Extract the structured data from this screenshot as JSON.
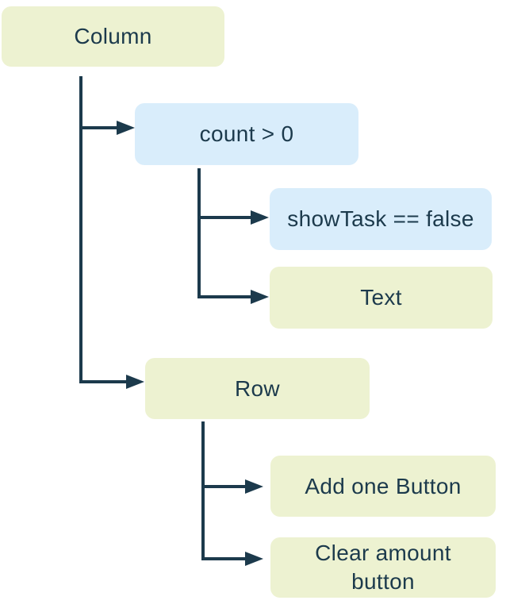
{
  "diagram": {
    "colors": {
      "layout_node_fill": "#EDF2D1",
      "condition_node_fill": "#D9EDFB",
      "connector": "#1C3A4C",
      "text": "#1C3A4C",
      "canvas_bg": "#FFFFFF"
    },
    "nodes": {
      "column": {
        "label": "Column",
        "type": "layout"
      },
      "count": {
        "label": "count > 0",
        "type": "condition"
      },
      "showtask": {
        "label": "showTask == false",
        "type": "condition"
      },
      "text": {
        "label": "Text",
        "type": "layout"
      },
      "row": {
        "label": "Row",
        "type": "layout"
      },
      "addone": {
        "label": "Add one Button",
        "type": "layout"
      },
      "clear": {
        "label": "Clear amount button",
        "type": "layout"
      }
    }
  }
}
